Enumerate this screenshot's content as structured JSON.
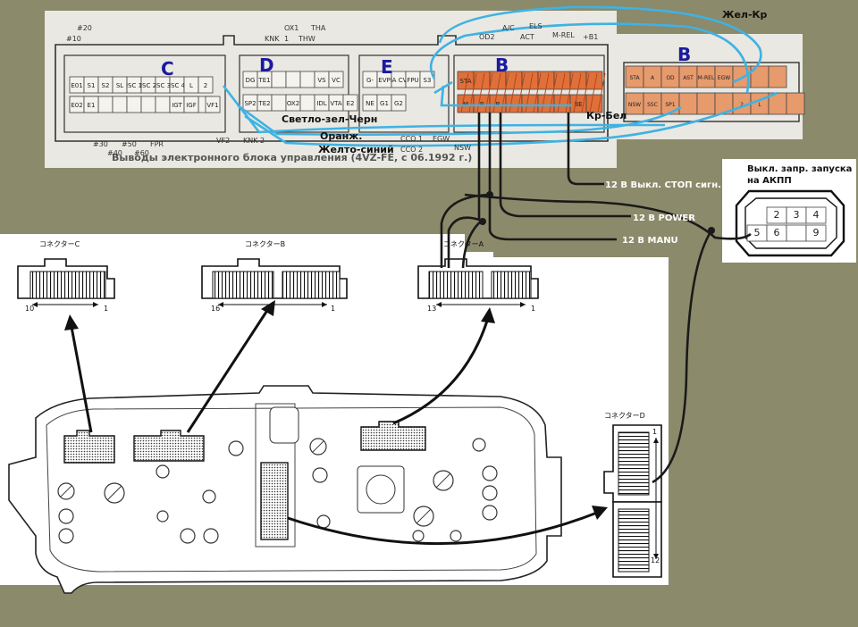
{
  "ecu": {
    "caption": "Выводы электронного блока управления (4VZ-FE, с 06.1992 г.)",
    "blocks": {
      "c": "C",
      "d": "D",
      "e": "E",
      "b": "B",
      "b2": "B"
    },
    "top_pins": [
      "#20",
      "#10",
      "KNK",
      "OX1",
      "1",
      "THW",
      "THA",
      "A/C",
      "OD2",
      "ELS",
      "ACT",
      "M-REL",
      "+B1"
    ],
    "bottom_pins": [
      "#30",
      "#40",
      "#50",
      "#60",
      "FPR",
      "VF2",
      "KNK 2",
      "CCO 1",
      "CCO 2",
      "EGW",
      "NSW"
    ],
    "c_row1": [
      "E01",
      "S1",
      "S2",
      "SL",
      "ISC 1",
      "ISC 2",
      "ISC 3",
      "ISC 4",
      "L",
      "2"
    ],
    "c_row2": [
      "E02",
      "E1",
      "IGT",
      "IGF",
      "VF1"
    ],
    "d_row1": [
      "DG",
      "TE1",
      "VS",
      "VC"
    ],
    "d_row2": [
      "SP2",
      "TE2",
      "OX2",
      "IDL",
      "VTA",
      "E2"
    ],
    "e_row1": [
      "G-",
      "EVP",
      "IA CV",
      "FPU",
      "S3"
    ],
    "e_row2": [
      "NE",
      "G1",
      "G2"
    ],
    "b_row1": [
      "STA"
    ],
    "b_row2": [
      "M",
      "P",
      "R",
      "BE"
    ],
    "b2_row1": [
      "STA",
      "A",
      "OD",
      "AST",
      "M-REL",
      "EGW"
    ],
    "b2_row2": [
      "NSW",
      "SSC",
      "SP1",
      "2",
      "L"
    ]
  },
  "wire_labels": {
    "yellow_red": "Жел-Кр",
    "light_green_black": "Светло-зел-Черн",
    "red_white": "Кр-Бел",
    "orange": "Оранж.",
    "yellow_blue": "Желто-синий"
  },
  "signals": {
    "stop": "12 В Выкл. СТОП сигн.",
    "power": "12 В POWER",
    "manu": "12 В MANU"
  },
  "atx": {
    "title_line1": "Выкл. запр. запуска",
    "title_line2": "на АКПП",
    "pins": [
      "2",
      "3",
      "4",
      "5",
      "6",
      "9"
    ]
  },
  "cluster": {
    "connector_c": {
      "label": "コネクターC",
      "left_num": "10",
      "right_num": "1"
    },
    "connector_b": {
      "label": "コネクターB",
      "left_num": "16",
      "right_num": "1"
    },
    "connector_a": {
      "label": "コネクターA",
      "left_num": "13",
      "right_num": "1"
    },
    "connector_d": {
      "label": "コネクターD",
      "top_num": "1",
      "bottom_num": "12"
    }
  },
  "colors": {
    "background": "#8b8a6a",
    "wire_blue": "#3fb2e3",
    "pin_orange": "#e0703a",
    "wire_black": "#1a1a1a"
  }
}
